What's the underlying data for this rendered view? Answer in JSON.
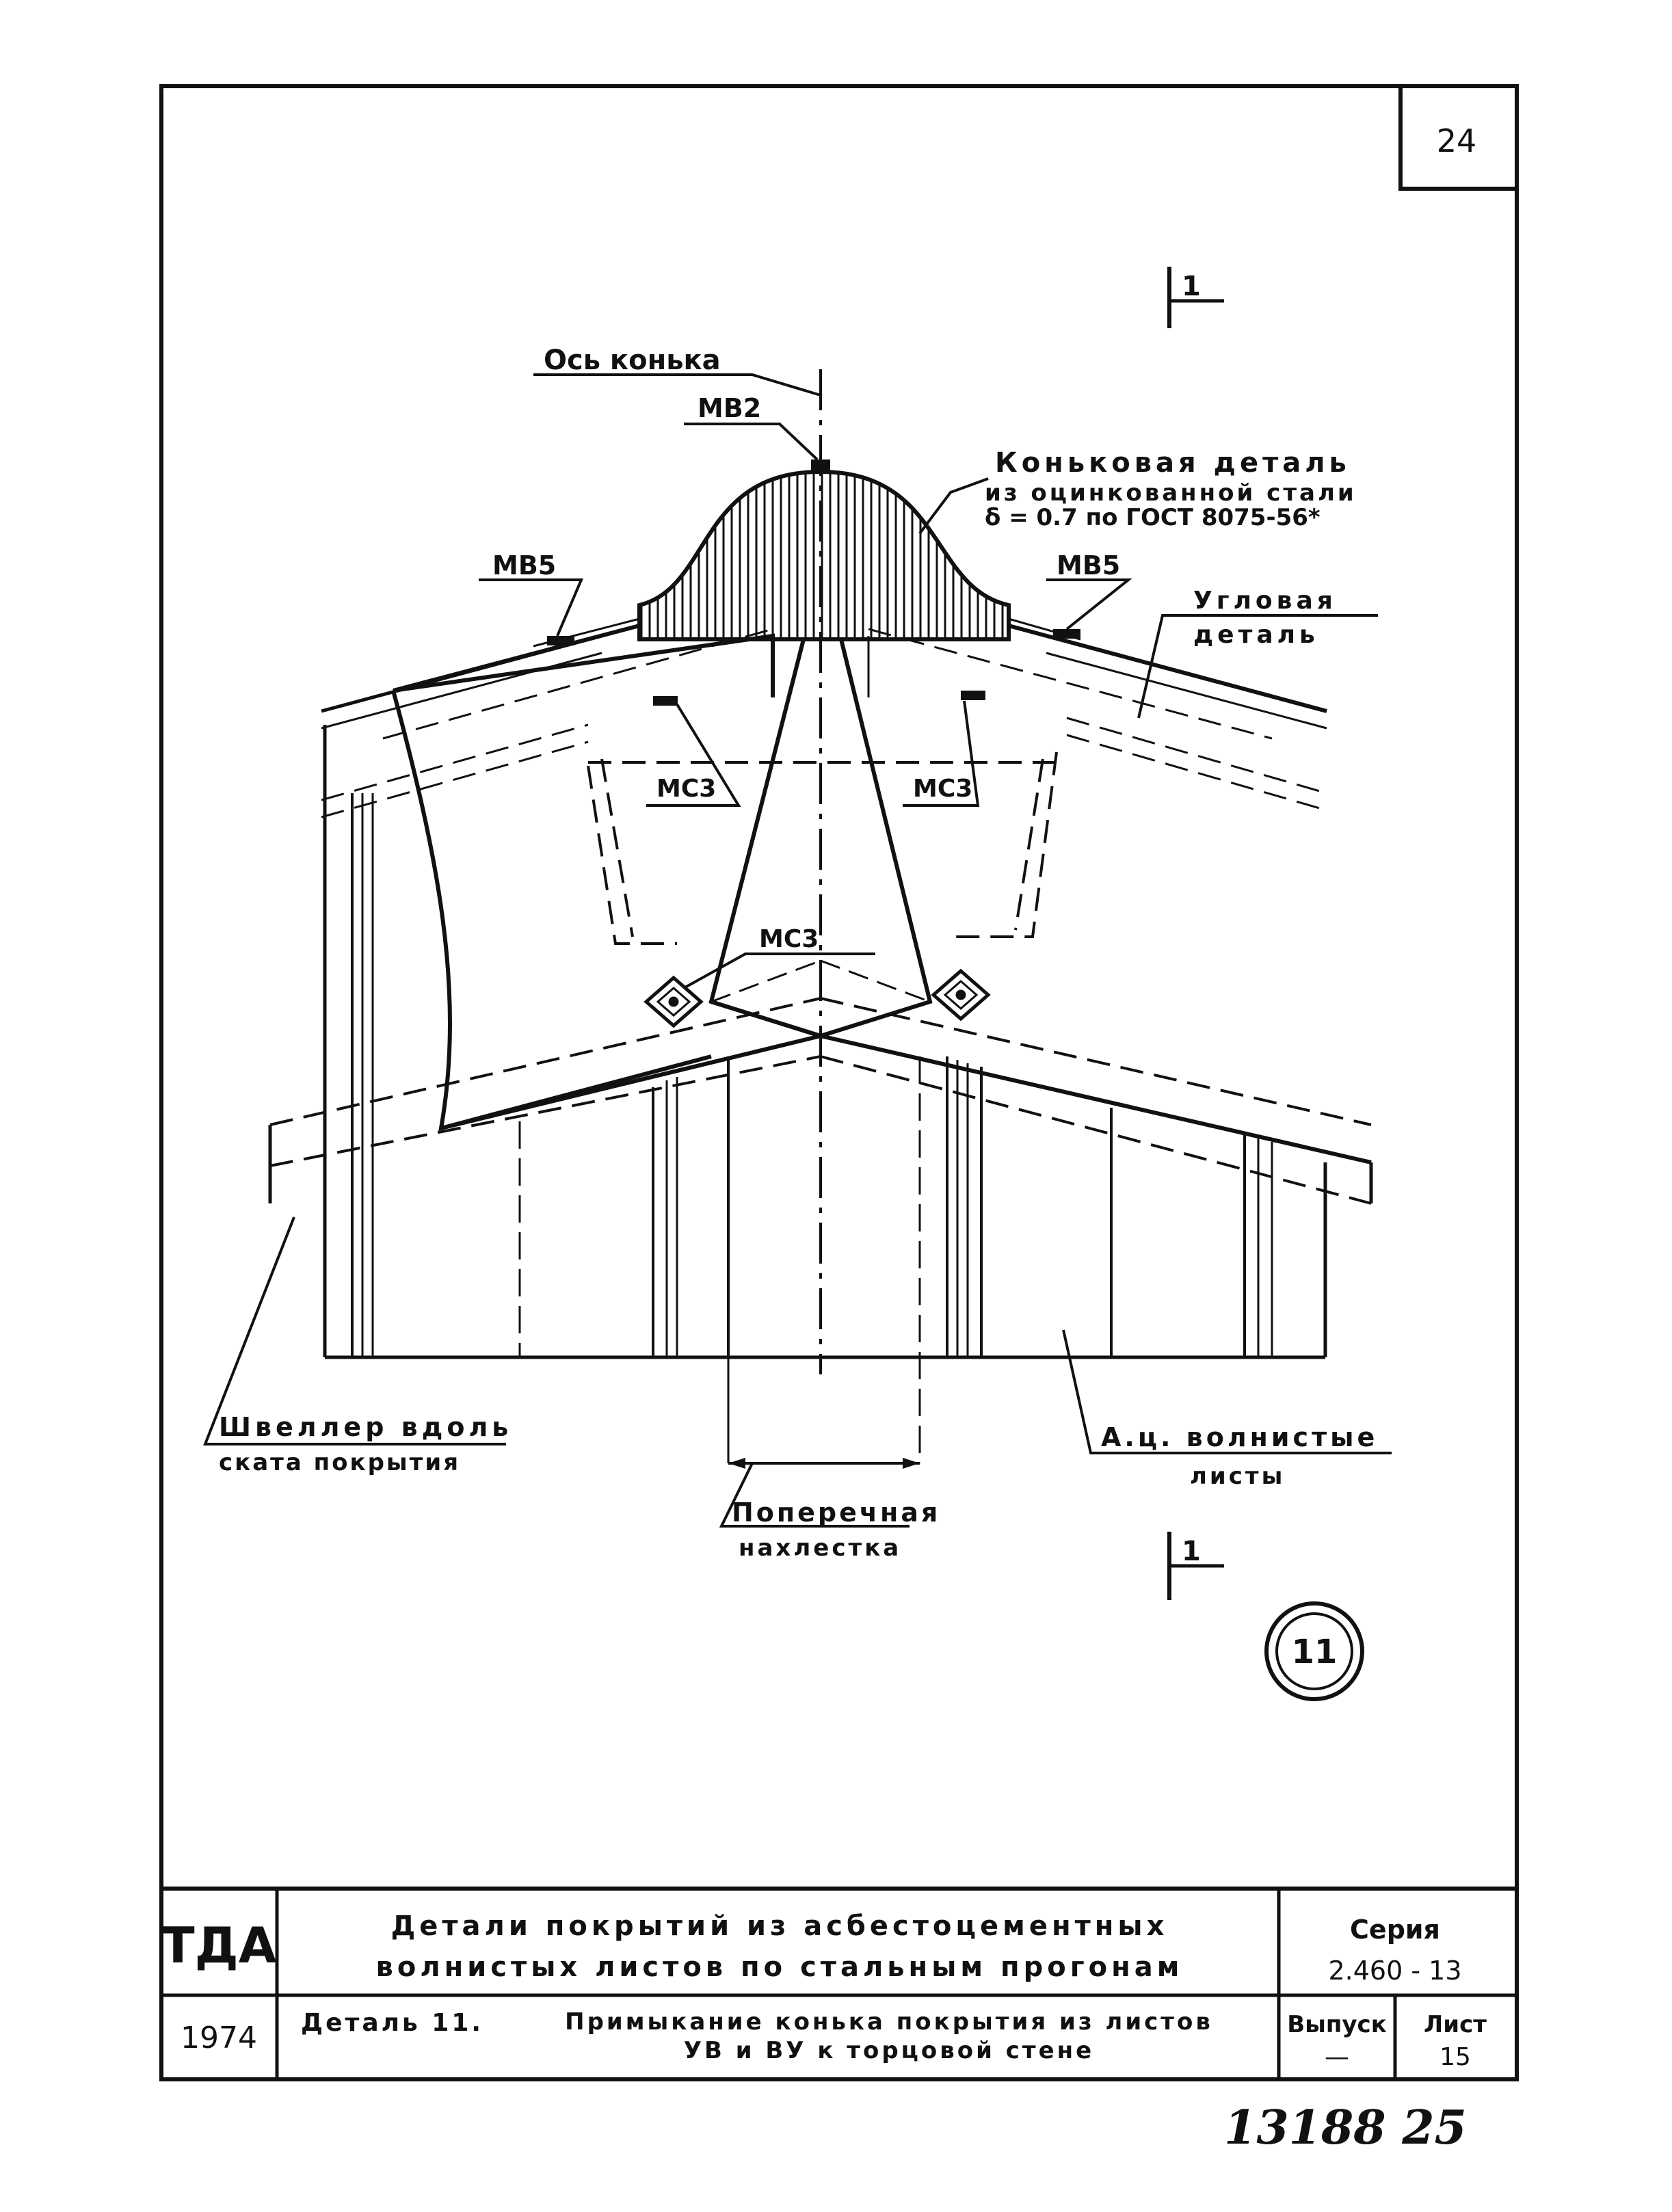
{
  "sheet": {
    "page_number": "24",
    "section_mark": "1",
    "detail_number": "11",
    "handwritten_note": "13188  25"
  },
  "callouts": {
    "ridge_axis": "Ось конька",
    "mv2": "МВ2",
    "mv5_left": "МВ5",
    "mv5_right": "МВ5",
    "ridge_piece_line1": "Коньковая деталь",
    "ridge_piece_line2": "из оцинкованной стали",
    "ridge_piece_line3": "δ = 0.7 по ГОСТ 8075-56*",
    "corner_line1": "Угловая",
    "corner_line2": "деталь",
    "ms3_left": "МС3",
    "ms3_right": "МС3",
    "ms3_center": "МС3",
    "channel_line1": "Швеллер вдоль",
    "channel_line2": "ската покрытия",
    "overlap_line1": "Поперечная",
    "overlap_line2": "нахлестка",
    "sheets_line1": "А.ц. волнистые",
    "sheets_line2": "листы"
  },
  "title_block": {
    "org": "ТДА",
    "year": "1974",
    "title_line1": "Детали покрытий из асбестоцементных",
    "title_line2": "волнистых листов по стальным прогонам",
    "detail_label": "Деталь 11.",
    "detail_line1": "Примыкание конька покрытия из листов",
    "detail_line2": "УВ и ВУ к торцовой стене",
    "series_label": "Серия",
    "series_value": "2.460 - 13",
    "issue_label": "Выпуск",
    "issue_value": "—",
    "sheet_label": "Лист",
    "sheet_value": "15"
  }
}
